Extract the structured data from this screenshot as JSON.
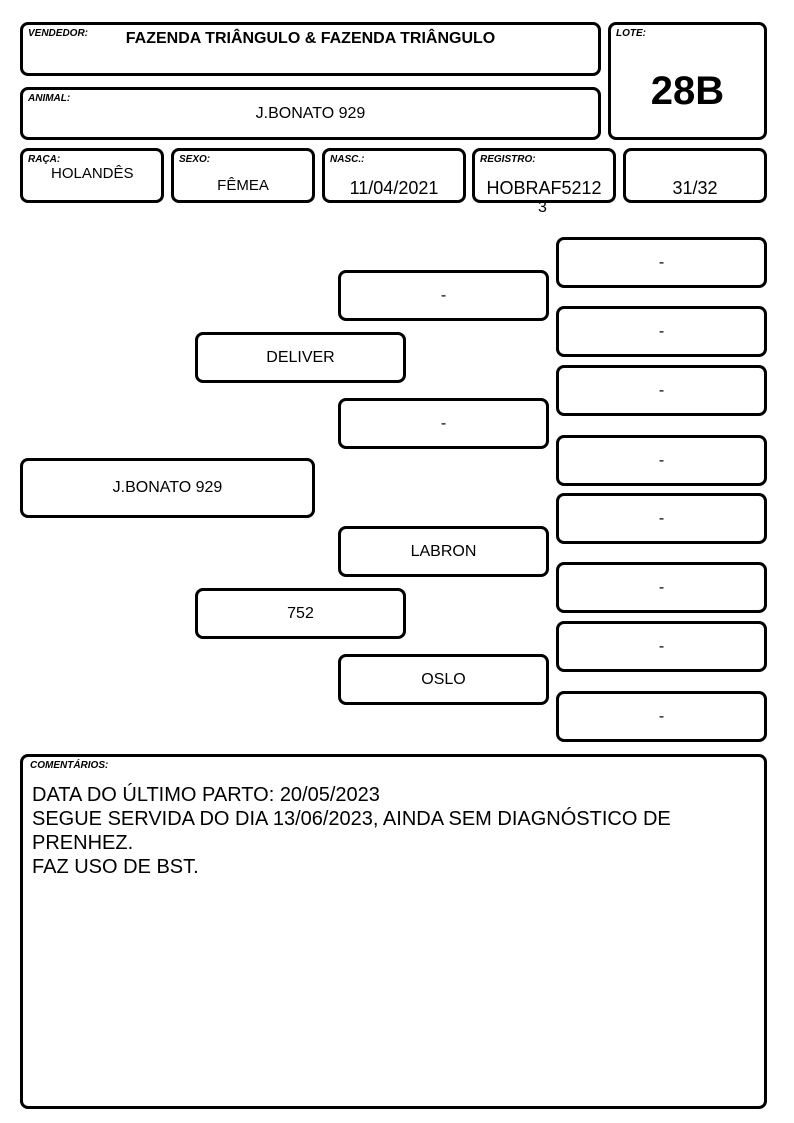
{
  "header": {
    "vendedor_label": "VENDEDOR:",
    "vendedor": "FAZENDA TRIÂNGULO & FAZENDA TRIÂNGULO",
    "lote_label": "LOTE:",
    "lote": "28B",
    "animal_label": "ANIMAL:",
    "animal": "J.BONATO 929"
  },
  "info": {
    "raca_label": "RAÇA:",
    "raca": "HOLANDÊS",
    "sexo_label": "SEXO:",
    "sexo": "FÊMEA",
    "nasc_label": "NASC.:",
    "nasc": "11/04/2021",
    "registro_label": "REGISTRO:",
    "registro_line1": "HOBRAF5212",
    "registro_line2": "3",
    "grau": "31/32"
  },
  "pedigree": {
    "animal": "J.BONATO 929",
    "sire": "DELIVER",
    "dam": "752",
    "sire_sire": "-",
    "sire_dam": "-",
    "dam_sire": "LABRON",
    "dam_dam": "OSLO",
    "g3": [
      "-",
      "-",
      "-",
      "-",
      "-",
      "-",
      "-",
      "-"
    ]
  },
  "comments": {
    "label": "COMENTÁRIOS:",
    "line1": "DATA DO ÚLTIMO PARTO: 20/05/2023",
    "line2": "SEGUE SERVIDA DO DIA 13/06/2023, AINDA SEM DIAGNÓSTICO DE",
    "line3": "PRENHEZ.",
    "line4": "FAZ USO DE BST."
  }
}
